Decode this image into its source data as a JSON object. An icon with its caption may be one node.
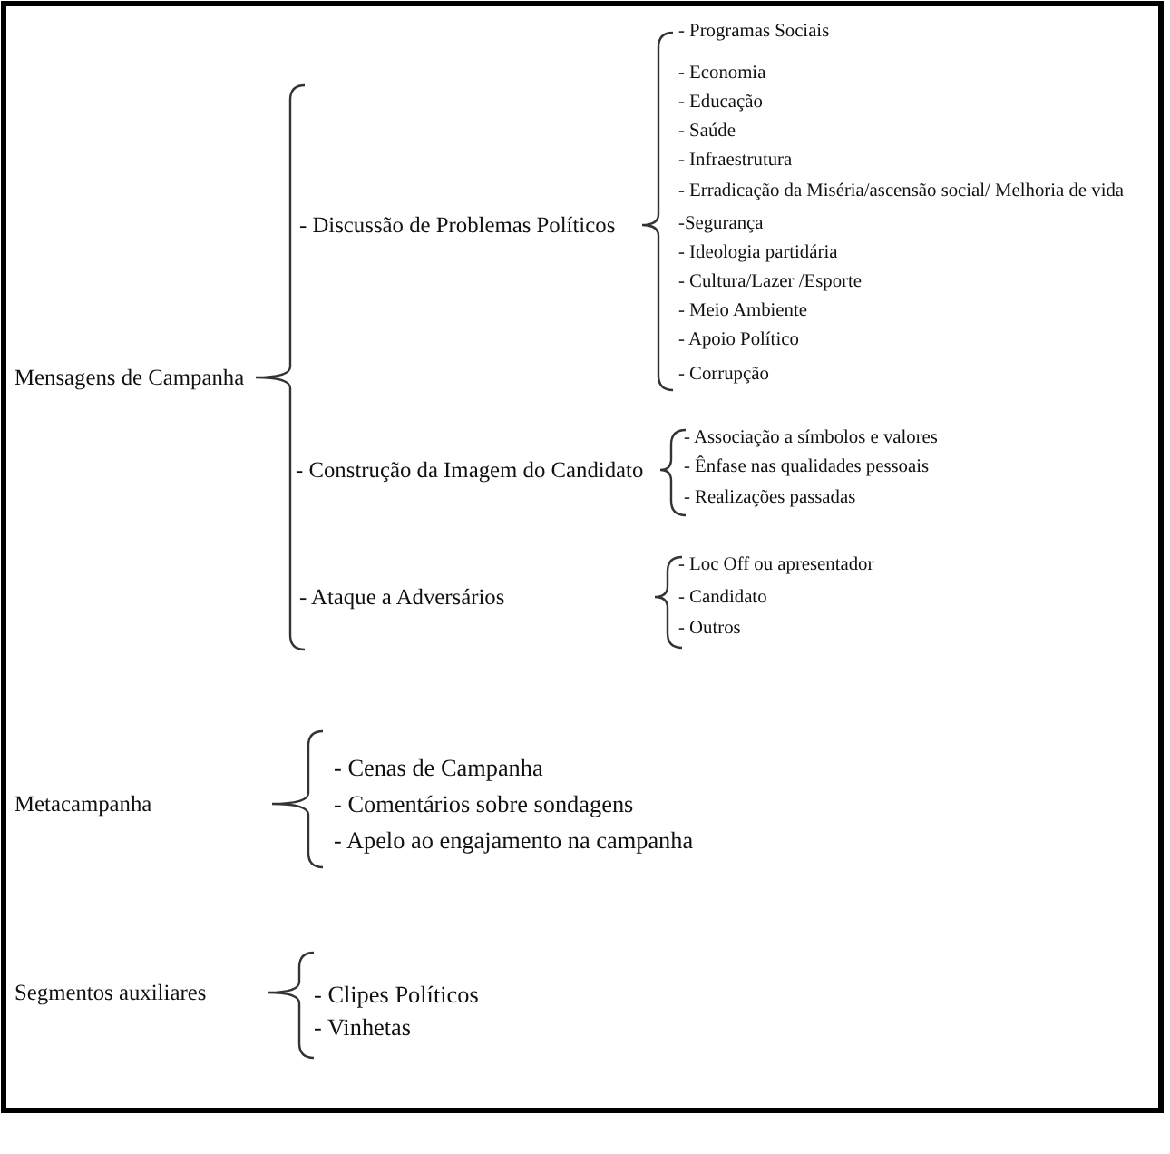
{
  "diagram": {
    "labels": [
      "Mensagens de Campanha",
      "- Discussão de Problemas Políticos",
      "- Programas Sociais",
      "- Economia",
      "- Educação",
      "- Saúde",
      "- Infraestrutura",
      "- Erradicação da Miséria/ascensão social/ Melhoria de vida",
      "-Segurança",
      "- Ideologia partidária",
      "- Cultura/Lazer /Esporte",
      "- Meio Ambiente",
      "- Apoio Político",
      "- Corrupção",
      "- Construção da Imagem do Candidato",
      "- Associação a símbolos e valores",
      "- Ênfase nas qualidades pessoais",
      "- Realizações passadas",
      "- Ataque a Adversários",
      "- Loc Off ou apresentador",
      "- Candidato",
      "- Outros",
      "Metacampanha",
      "- Cenas de Campanha",
      "- Comentários sobre sondagens",
      "- Apelo ao engajamento na campanha",
      "Segmentos auxiliares",
      "- Clipes Políticos",
      "- Vinhetas"
    ]
  }
}
